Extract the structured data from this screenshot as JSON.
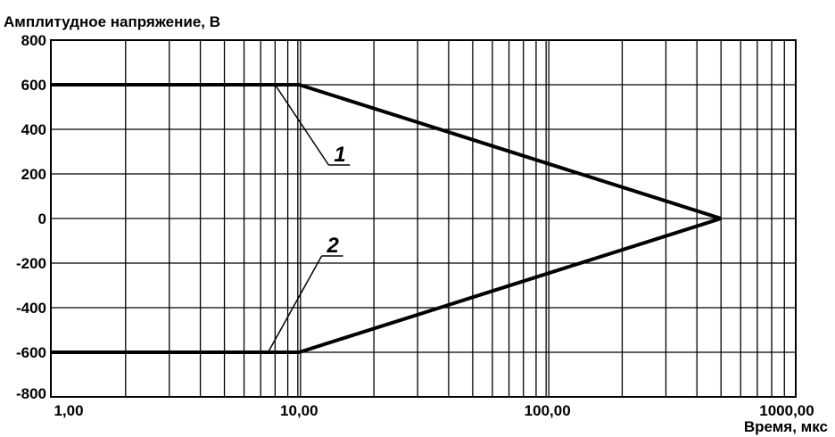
{
  "chart_data": {
    "type": "line",
    "ylabel": "Амплитудное напряжение, В",
    "xlabel": "Время, мкс",
    "xscale": "log",
    "xlim": [
      1,
      1000
    ],
    "ylim": [
      -800,
      800
    ],
    "x_tick_labels": [
      "1,00",
      "10,00",
      "100,00",
      "1000,00"
    ],
    "x_tick_values": [
      1,
      10,
      100,
      1000
    ],
    "y_tick_labels": [
      "800",
      "600",
      "400",
      "200",
      "0",
      "-200",
      "-400",
      "-600",
      "-800"
    ],
    "y_tick_values": [
      800,
      600,
      400,
      200,
      0,
      -200,
      -400,
      -600,
      -800
    ],
    "grid": true,
    "line_color": "#000000",
    "series": [
      {
        "name": "",
        "x": [
          1,
          10,
          500
        ],
        "y": [
          600,
          600,
          0
        ]
      },
      {
        "name": "",
        "x": [
          1,
          10,
          500
        ],
        "y": [
          -600,
          -600,
          0
        ]
      }
    ],
    "annotations": [
      {
        "label": "1",
        "x": 8,
        "y": 600
      },
      {
        "label": "2",
        "x": 7.5,
        "y": -600
      }
    ]
  }
}
